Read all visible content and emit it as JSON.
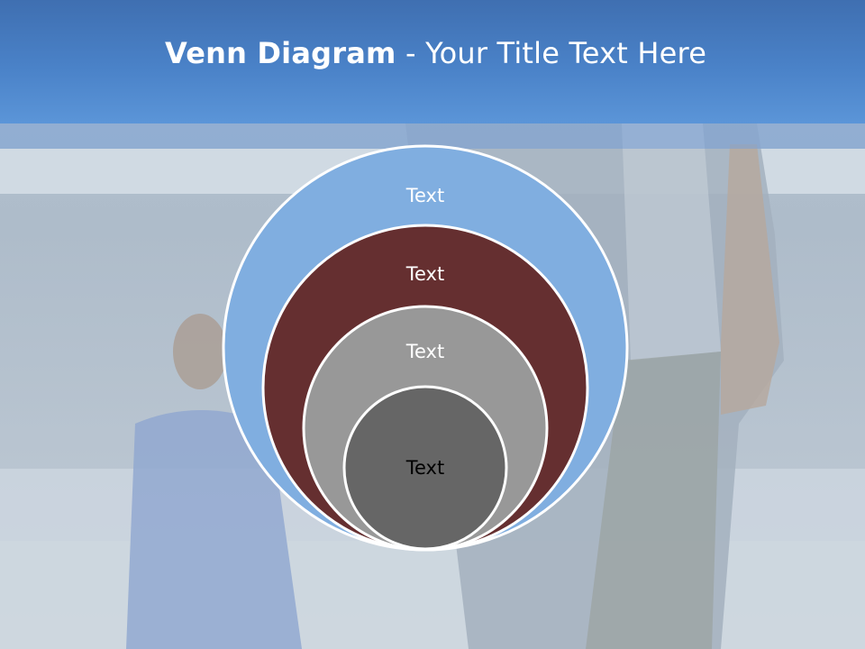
{
  "slide": {
    "title_bold": "Venn Diagram",
    "title_rest": " - Your Title Text Here"
  },
  "diagram": {
    "labels": [
      "Text",
      "Text",
      "Text",
      "Text"
    ],
    "colors": [
      "#80aee0",
      "#652f30",
      "#989898",
      "#666666"
    ]
  }
}
